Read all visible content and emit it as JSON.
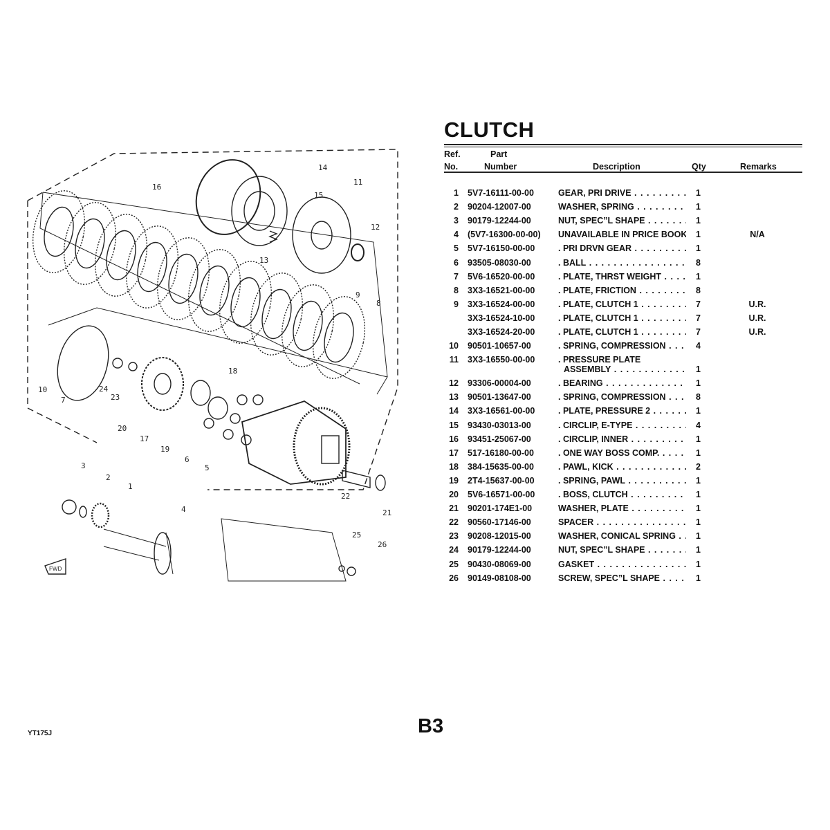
{
  "title": "CLUTCH",
  "headers": {
    "ref_top": "Ref.",
    "ref_bottom": "No.",
    "part_top": "Part",
    "part_bottom": "Number",
    "description": "Description",
    "qty": "Qty",
    "remarks": "Remarks"
  },
  "rows": [
    {
      "ref": "1",
      "part": "5V7-16111-00-00",
      "desc": "GEAR, PRI DRIVE",
      "qty": "1",
      "remarks": ""
    },
    {
      "ref": "2",
      "part": "90204-12007-00",
      "desc": "WASHER, SPRING",
      "qty": "1",
      "remarks": ""
    },
    {
      "ref": "3",
      "part": "90179-12244-00",
      "desc": "NUT, SPEC”L SHAPE",
      "qty": "1",
      "remarks": ""
    },
    {
      "ref": "4",
      "part": "(5V7-16300-00-00)",
      "desc": "UNAVAILABLE IN PRICE BOOK",
      "qty": "1",
      "remarks": "N/A",
      "noLead": true
    },
    {
      "ref": "5",
      "part": "5V7-16150-00-00",
      "desc": ". PRI DRVN GEAR",
      "qty": "1",
      "remarks": ""
    },
    {
      "ref": "6",
      "part": "93505-08030-00",
      "desc": ". BALL",
      "qty": "8",
      "remarks": ""
    },
    {
      "ref": "7",
      "part": "5V6-16520-00-00",
      "desc": ". PLATE, THRST WEIGHT",
      "qty": "1",
      "remarks": ""
    },
    {
      "ref": "8",
      "part": "3X3-16521-00-00",
      "desc": ". PLATE, FRICTION",
      "qty": "8",
      "remarks": ""
    },
    {
      "ref": "9",
      "part": "3X3-16524-00-00",
      "desc": ". PLATE, CLUTCH 1",
      "qty": "7",
      "remarks": "U.R."
    },
    {
      "ref": "",
      "part": "3X3-16524-10-00",
      "desc": ". PLATE, CLUTCH 1",
      "qty": "7",
      "remarks": "U.R."
    },
    {
      "ref": "",
      "part": "3X3-16524-20-00",
      "desc": ". PLATE, CLUTCH 1",
      "qty": "7",
      "remarks": "U.R."
    },
    {
      "ref": "10",
      "part": "90501-10657-00",
      "desc": ". SPRING, COMPRESSION",
      "qty": "4",
      "remarks": ""
    },
    {
      "ref": "11",
      "part": "3X3-16550-00-00",
      "desc": ". PRESSURE PLATE",
      "desc2": "ASSEMBLY",
      "qty": "1",
      "remarks": ""
    },
    {
      "ref": "12",
      "part": "93306-00004-00",
      "desc": ". BEARING",
      "qty": "1",
      "remarks": ""
    },
    {
      "ref": "13",
      "part": "90501-13647-00",
      "desc": ". SPRING, COMPRESSION",
      "qty": "8",
      "remarks": ""
    },
    {
      "ref": "14",
      "part": "3X3-16561-00-00",
      "desc": ". PLATE, PRESSURE 2",
      "qty": "1",
      "remarks": ""
    },
    {
      "ref": "15",
      "part": "93430-03013-00",
      "desc": ". CIRCLIP, E-TYPE",
      "qty": "4",
      "remarks": ""
    },
    {
      "ref": "16",
      "part": "93451-25067-00",
      "desc": ". CIRCLIP, INNER",
      "qty": "1",
      "remarks": ""
    },
    {
      "ref": "17",
      "part": "517-16180-00-00",
      "desc": ". ONE WAY BOSS COMP.",
      "qty": "1",
      "remarks": ""
    },
    {
      "ref": "18",
      "part": "384-15635-00-00",
      "desc": ". PAWL, KICK",
      "qty": "2",
      "remarks": ""
    },
    {
      "ref": "19",
      "part": "2T4-15637-00-00",
      "desc": ". SPRING, PAWL",
      "qty": "1",
      "remarks": ""
    },
    {
      "ref": "20",
      "part": "5V6-16571-00-00",
      "desc": ". BOSS, CLUTCH",
      "qty": "1",
      "remarks": ""
    },
    {
      "ref": "21",
      "part": "90201-174E1-00",
      "desc": "WASHER, PLATE",
      "qty": "1",
      "remarks": ""
    },
    {
      "ref": "22",
      "part": "90560-17146-00",
      "desc": "SPACER",
      "qty": "1",
      "remarks": ""
    },
    {
      "ref": "23",
      "part": "90208-12015-00",
      "desc": "WASHER, CONICAL SPRING",
      "qty": "1",
      "remarks": ""
    },
    {
      "ref": "24",
      "part": "90179-12244-00",
      "desc": "NUT, SPEC”L SHAPE",
      "qty": "1",
      "remarks": ""
    },
    {
      "ref": "25",
      "part": "90430-08069-00",
      "desc": "GASKET",
      "qty": "1",
      "remarks": ""
    },
    {
      "ref": "26",
      "part": "90149-08108-00",
      "desc": "SCREW, SPEC”L SHAPE",
      "qty": "1",
      "remarks": ""
    }
  ],
  "callouts": [
    "16",
    "14",
    "15",
    "11",
    "12",
    "13",
    "9",
    "8",
    "18",
    "24",
    "23",
    "10",
    "7",
    "20",
    "17",
    "19",
    "6",
    "5",
    "4",
    "3",
    "2",
    "1",
    "22",
    "21",
    "25",
    "26"
  ],
  "diagram_logo": "FWD",
  "footer": {
    "model": "YT175J",
    "page": "B3"
  }
}
